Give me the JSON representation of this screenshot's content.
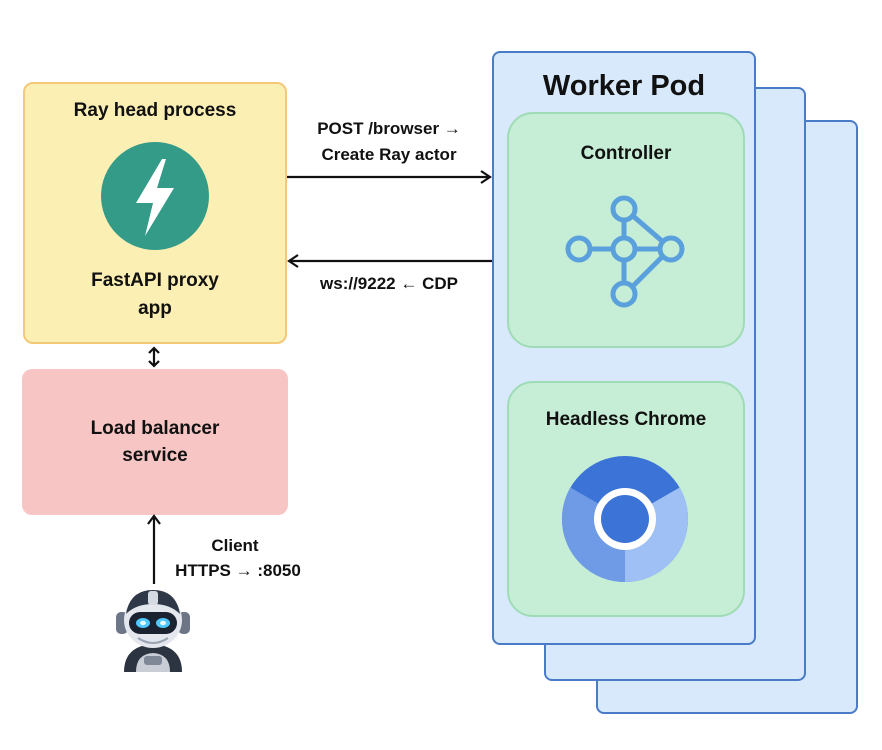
{
  "ray_head": {
    "title": "Ray head process",
    "app_label_line1": "FastAPI proxy",
    "app_label_line2": "app"
  },
  "load_balancer": {
    "label_line1": "Load balancer",
    "label_line2": "service"
  },
  "arrows": {
    "request_line1": "POST /browser →",
    "request_line2": "Create Ray actor",
    "response_label": "ws://9222 ← CDP"
  },
  "client": {
    "label_line1": "Client",
    "label_line2": "HTTPS → :8050"
  },
  "worker_pod": {
    "title": "Worker Pod",
    "controller_label": "Controller",
    "chrome_label": "Headless Chrome"
  },
  "icons": {
    "fastapi": "lightning-bolt-icon",
    "controller": "network-graph-icon",
    "chrome": "chrome-icon",
    "client": "robot-icon"
  },
  "colors": {
    "ray_head_fill": "#fbefb4",
    "load_balancer_fill": "#f6c5c4",
    "pod_fill": "#d7e9fb",
    "inner_fill": "#c6edd5",
    "fastapi_teal": "#339b88",
    "accent_blue": "#5aa0dc"
  }
}
